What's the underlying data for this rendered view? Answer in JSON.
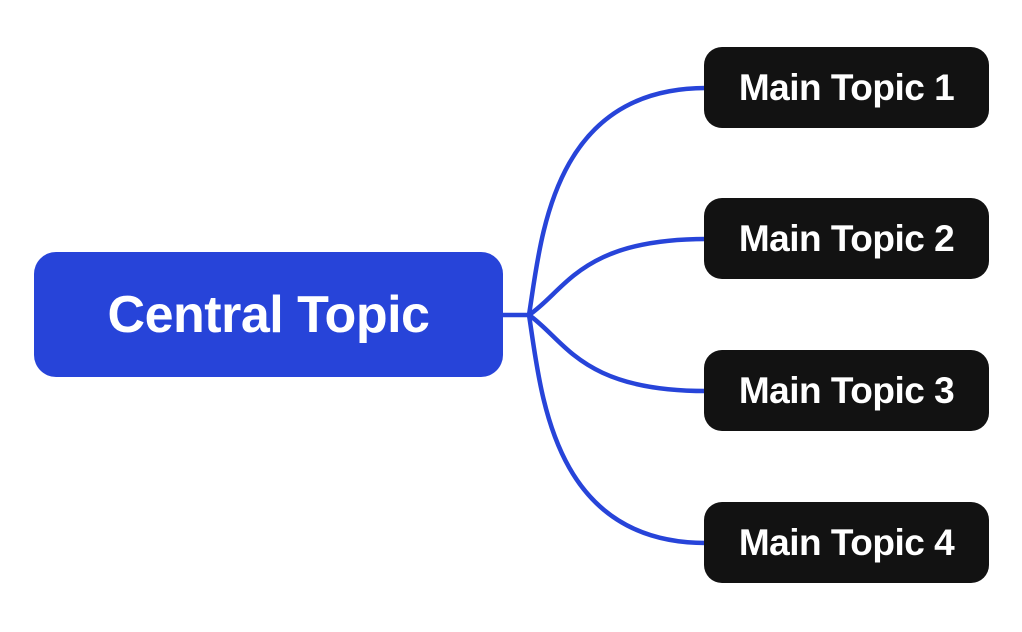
{
  "diagram": {
    "type": "mindmap",
    "central": {
      "label": "Central Topic"
    },
    "topics": [
      {
        "label": "Main Topic 1"
      },
      {
        "label": "Main Topic 2"
      },
      {
        "label": "Main Topic 3"
      },
      {
        "label": "Main Topic 4"
      }
    ],
    "colors": {
      "background": "#ffffff",
      "central_bg": "#2744d9",
      "connector": "#2744d9",
      "topic_bg": "#121212",
      "central_text": "#ffffff",
      "topic_text": "#ffffff"
    }
  }
}
